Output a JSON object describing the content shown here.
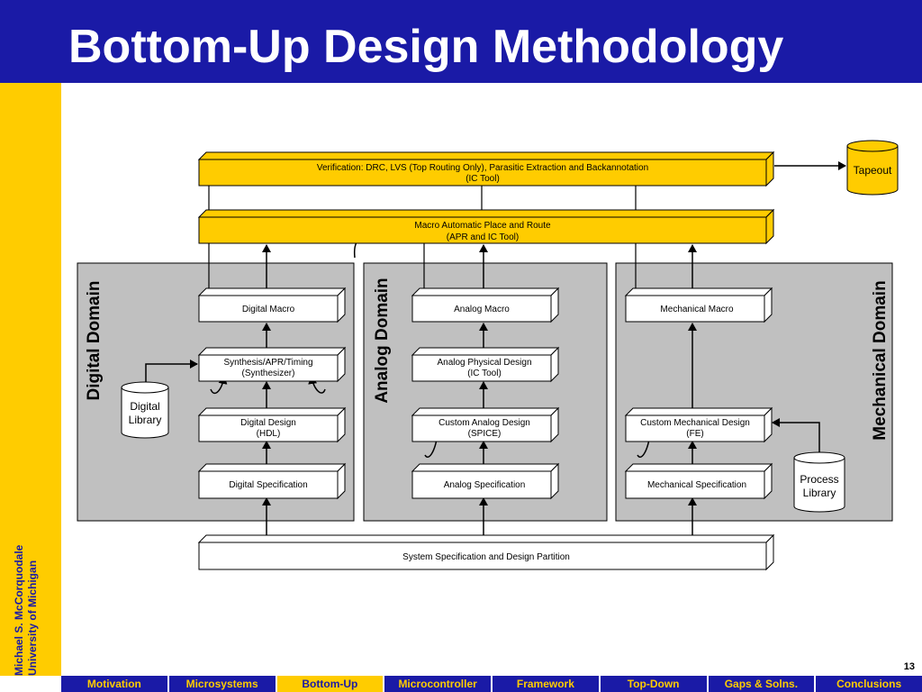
{
  "title": "Bottom-Up Design Methodology",
  "author": {
    "name": "Michael S. McCorquodale",
    "affiliation": "University of Michigan"
  },
  "page_number": "13",
  "nav": {
    "tabs": [
      {
        "label": "Motivation"
      },
      {
        "label": "Microsystems"
      },
      {
        "label": "Bottom-Up"
      },
      {
        "label": "Microcontroller"
      },
      {
        "label": "Framework"
      },
      {
        "label": "Top-Down"
      },
      {
        "label": "Gaps & Solns."
      },
      {
        "label": "Conclusions"
      }
    ],
    "active": "Bottom-Up"
  },
  "colors": {
    "title_bar": "#1a1aa6",
    "accent": "#ffcc00",
    "domain_panel": "#c0c0c0",
    "box_fill": "#ffffff",
    "highlight_box_fill": "#ffcc00"
  },
  "diagram": {
    "verification": {
      "line1": "Verification: DRC, LVS (Top Routing Only), Parasitic Extraction and Backannotation",
      "line2": "(IC Tool)"
    },
    "tapeout": "Tapeout",
    "macro_apr": {
      "line1": "Macro Automatic Place and Route",
      "line2": "(APR and IC Tool)"
    },
    "domains": {
      "digital": {
        "label": "Digital Domain",
        "macro": "Digital Macro",
        "synthesis": {
          "line1": "Synthesis/APR/Timing",
          "line2": "(Synthesizer)"
        },
        "design": {
          "line1": "Digital Design",
          "line2": "(HDL)"
        },
        "spec": "Digital Specification",
        "library": {
          "line1": "Digital",
          "line2": "Library"
        }
      },
      "analog": {
        "label": "Analog Domain",
        "macro": "Analog Macro",
        "physical": {
          "line1": "Analog Physical Design",
          "line2": "(IC Tool)"
        },
        "design": {
          "line1": "Custom Analog Design",
          "line2": "(SPICE)"
        },
        "spec": "Analog Specification"
      },
      "mechanical": {
        "label": "Mechanical Domain",
        "macro": "Mechanical Macro",
        "design": {
          "line1": "Custom Mechanical Design",
          "line2": "(FE)"
        },
        "spec": "Mechanical Specification",
        "library": {
          "line1": "Process",
          "line2": "Library"
        }
      }
    },
    "system_spec": "System Specification and Design Partition"
  }
}
